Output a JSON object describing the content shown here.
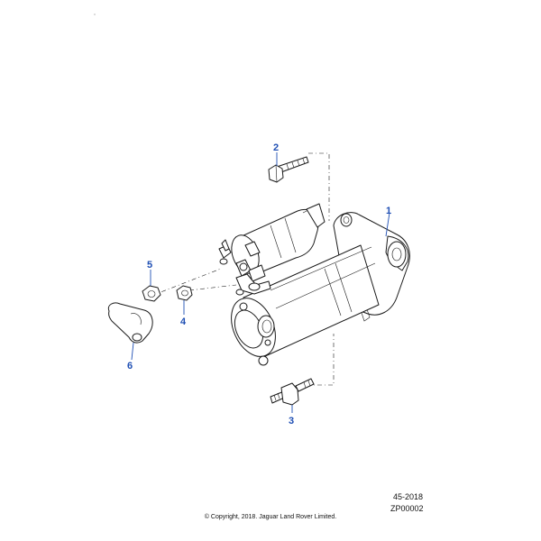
{
  "diagram": {
    "callouts": [
      {
        "id": "1",
        "label": "1"
      },
      {
        "id": "2",
        "label": "2"
      },
      {
        "id": "3",
        "label": "3"
      },
      {
        "id": "4",
        "label": "4"
      },
      {
        "id": "5",
        "label": "5"
      },
      {
        "id": "6",
        "label": "6"
      }
    ],
    "callout_color": "#1f4fb4",
    "line_color": "#1a1a1a"
  },
  "footer": {
    "ref_code": "45-2018",
    "ref_id": "ZP00002",
    "copyright": "© Copyright, 2018. Jaguar Land Rover Limited."
  }
}
